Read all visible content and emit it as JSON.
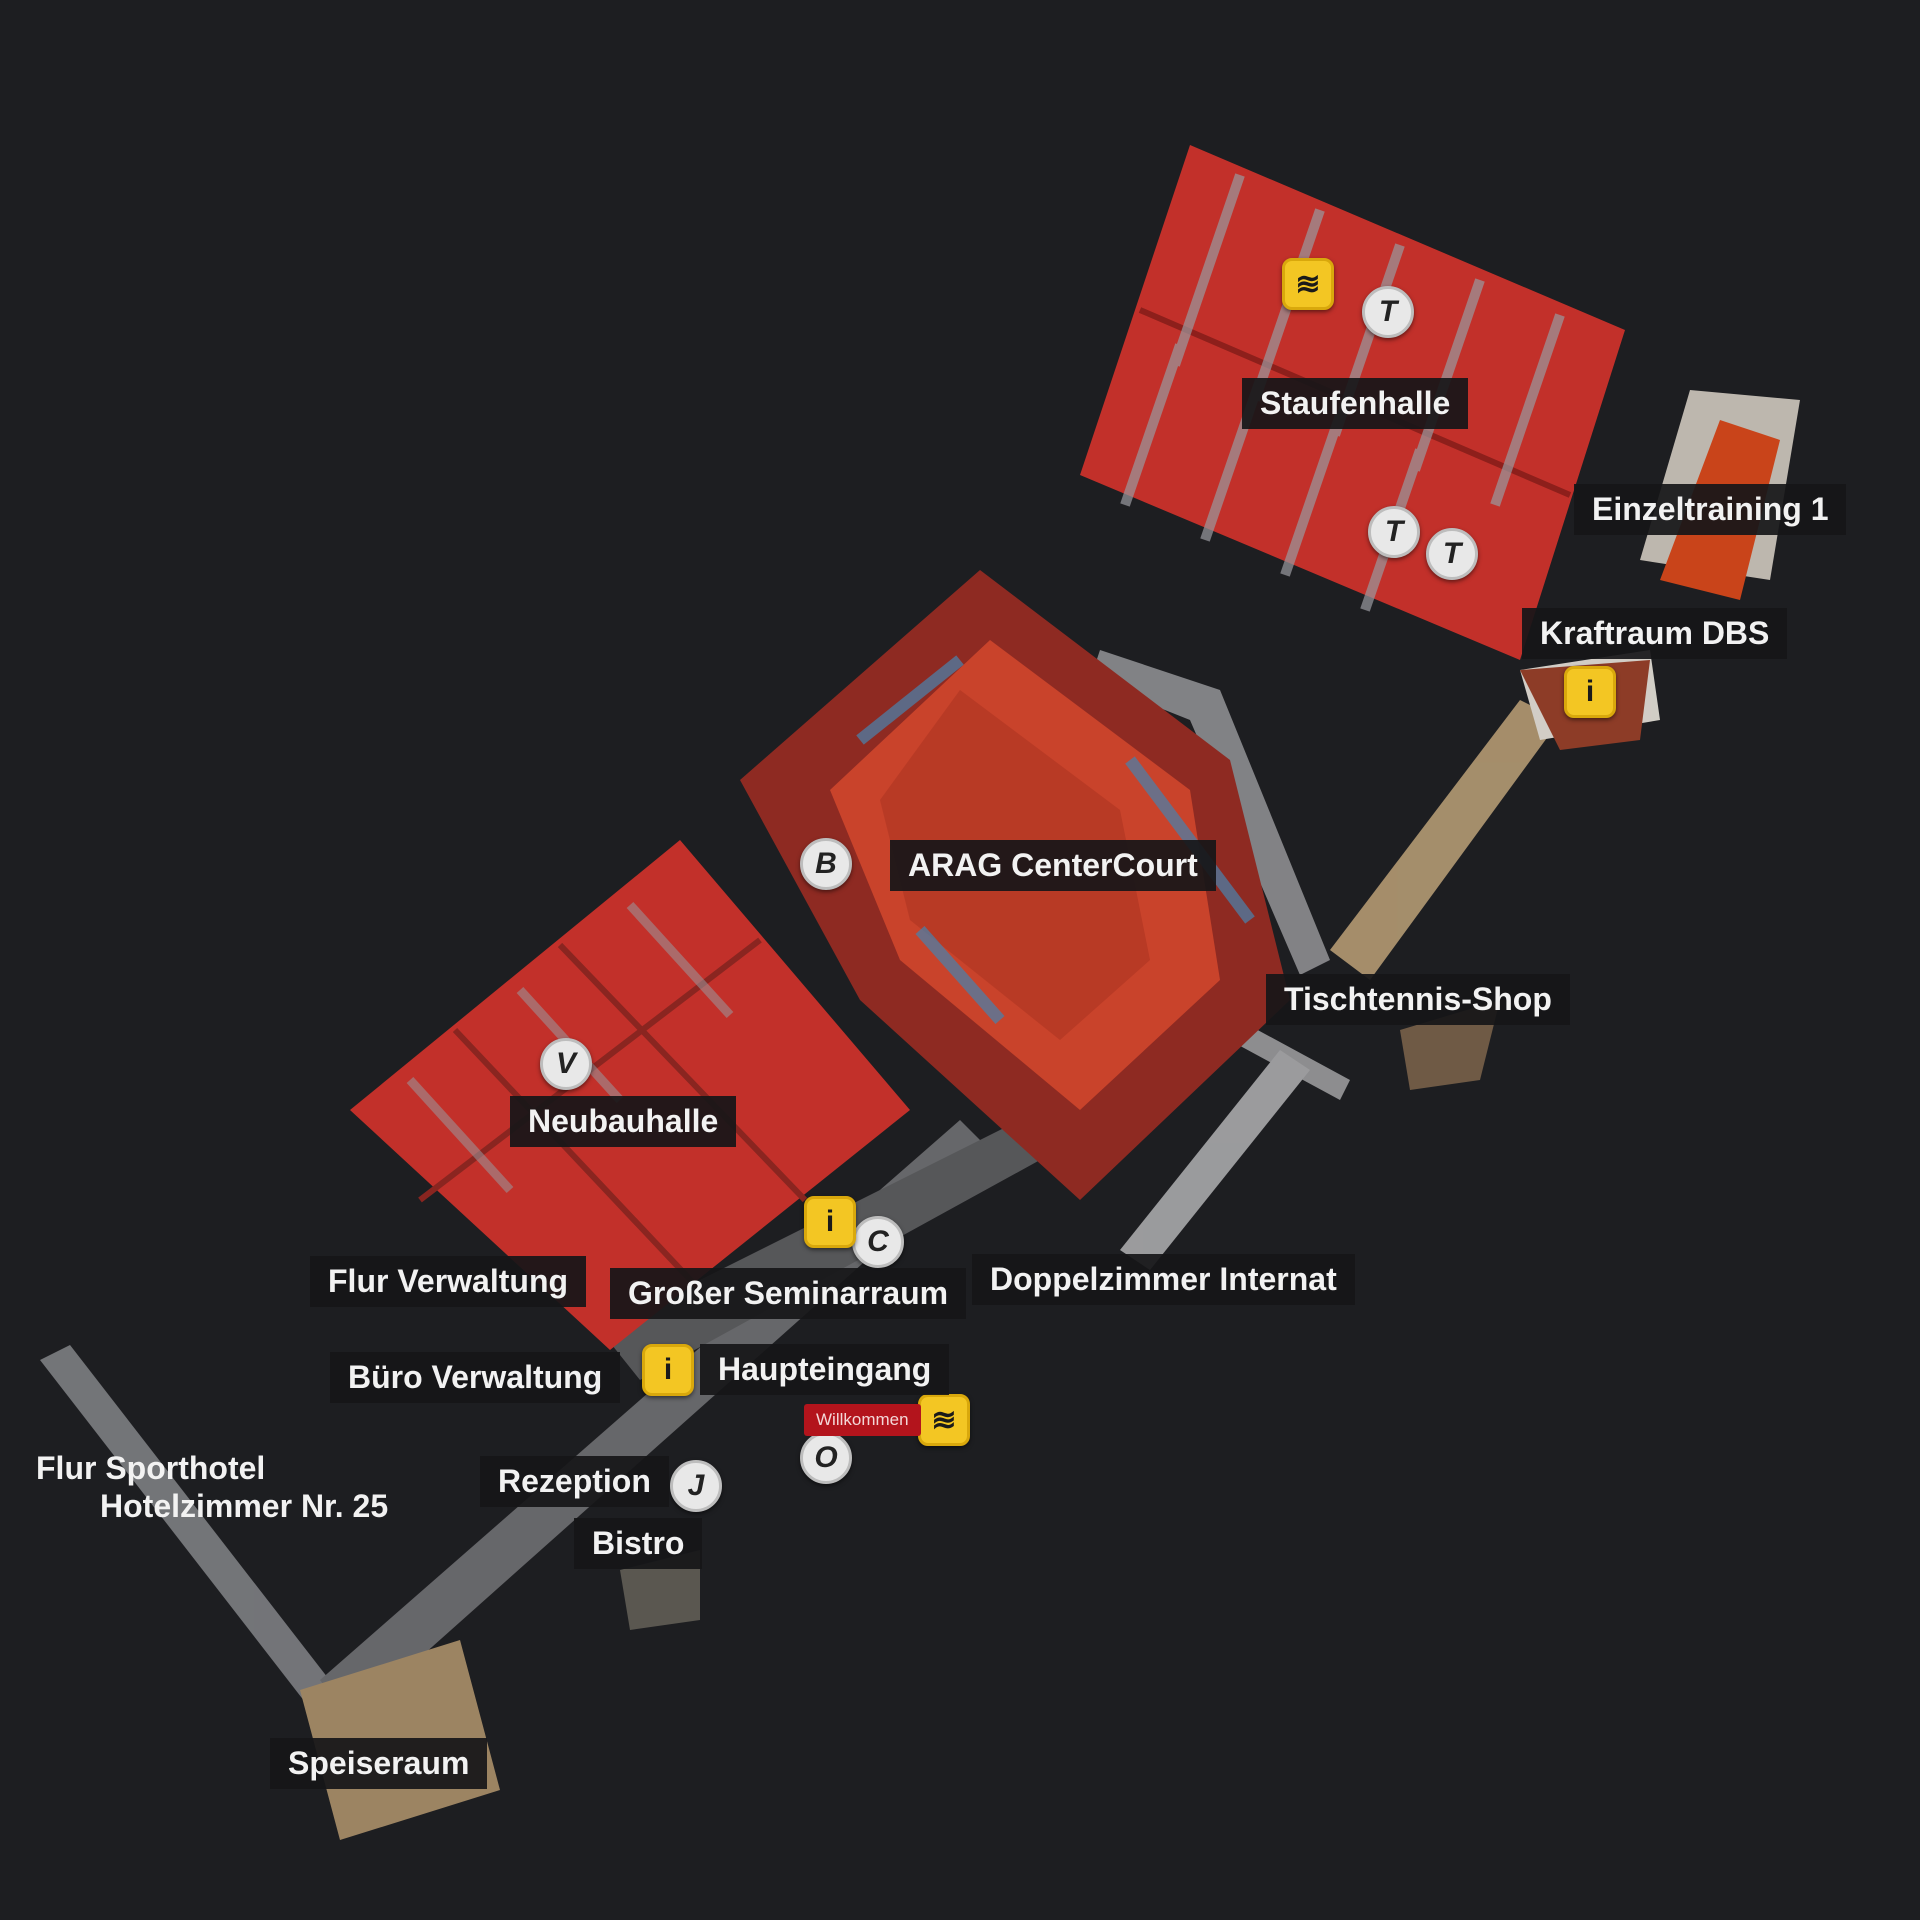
{
  "map": {
    "background": "#1d1e21",
    "hall_color": "#c2302a",
    "court_color": "#c9432b",
    "corridor_color": "#8b8b8e"
  },
  "labels": {
    "staufenhalle": "Staufenhalle",
    "einzeltraining": "Einzeltraining 1",
    "kraftraum": "Kraftraum DBS",
    "arag": "ARAG CenterCourt",
    "tischtennis_shop": "Tischtennis-Shop",
    "neubauhalle": "Neubauhalle",
    "flur_verwaltung": "Flur Verwaltung",
    "grosser_seminarraum": "Großer Seminarraum",
    "doppelzimmer": "Doppelzimmer Internat",
    "buero_verwaltung": "Büro Verwaltung",
    "haupteingang": "Haupteingang",
    "flur_sporthotel": "Flur Sporthotel",
    "hotelzimmer": "Hotelzimmer Nr. 25",
    "rezeption": "Rezeption",
    "bistro": "Bistro",
    "speiseraum": "Speiseraum"
  },
  "markers": {
    "b": "B",
    "v": "V",
    "c": "C",
    "j": "J",
    "o": "O",
    "t1": "T",
    "t2": "T",
    "t3": "T",
    "info": "i",
    "welcome": "Willkommen"
  },
  "icons": [
    "letter-marker-icon",
    "info-marker-icon",
    "runner-marker-icon"
  ]
}
